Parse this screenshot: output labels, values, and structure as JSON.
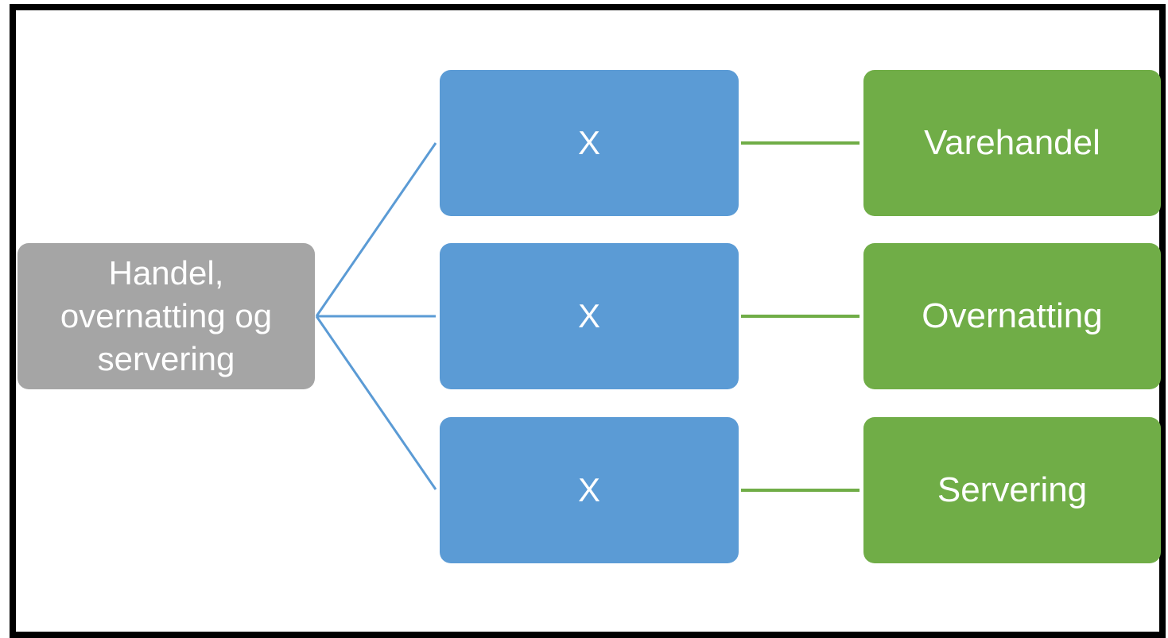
{
  "diagram": {
    "root": {
      "label": "Handel, overnatting og servering"
    },
    "branches": [
      {
        "middle": "X",
        "leaf": "Varehandel"
      },
      {
        "middle": "X",
        "leaf": "Overnatting"
      },
      {
        "middle": "X",
        "leaf": "Servering"
      }
    ]
  },
  "colors": {
    "root": "#a5a5a5",
    "middle": "#5b9bd5",
    "leaf": "#70ad47",
    "connector_blue": "#5b9bd5",
    "connector_green": "#70ad47",
    "frame": "#000000"
  }
}
